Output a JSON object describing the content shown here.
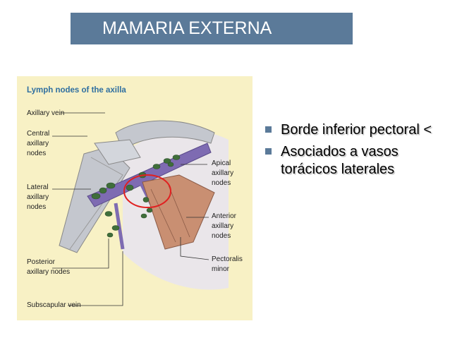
{
  "slide": {
    "title": "MAMARIA EXTERNA",
    "bullets": [
      {
        "text": "Borde inferior pectoral <",
        "icon": "square-bullet-icon"
      },
      {
        "text": "Asociados a vasos torácicos laterales",
        "icon": "square-bullet-icon"
      }
    ]
  },
  "figure": {
    "title": "Lymph nodes of the axilla",
    "labels": {
      "axillary_vein": "Axillary vein",
      "central_axillary_nodes": "Central axillary nodes",
      "lateral_axillary_nodes": "Lateral axillary nodes",
      "posterior_axillary_nodes": "Posterior axillary nodes",
      "subscapular_vein": "Subscapular vein",
      "apical_axillary_nodes": "Apical axillary nodes",
      "anterior_axillary_nodes": "Anterior axillary nodes",
      "pectoralis_minor": "Pectoralis minor"
    },
    "colors": {
      "background": "#f8f1c5",
      "title": "#2f6fa0",
      "vein": "#7e6bb2",
      "nodes": "#3f6e3a",
      "muscle": "#c98f72",
      "bone": "#c4c7ce",
      "highlight_circle": "#e02020"
    }
  },
  "theme": {
    "accent": "#5b7a99"
  }
}
